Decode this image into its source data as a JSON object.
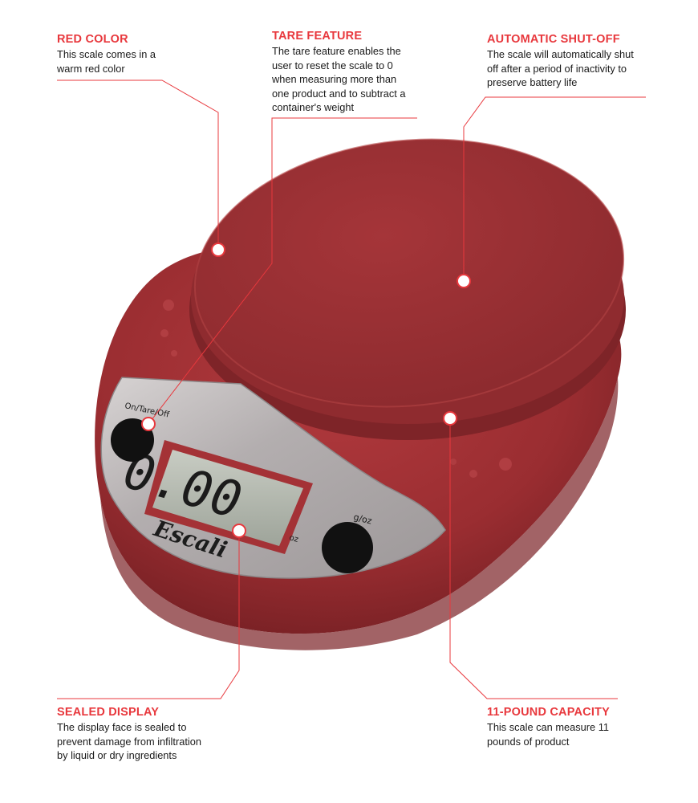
{
  "callouts": {
    "red_color": {
      "title": "RED COLOR",
      "lines": [
        "This scale comes in a",
        "warm red color"
      ]
    },
    "tare_feature": {
      "title": "TARE FEATURE",
      "lines": [
        "The tare feature enables the",
        "user to reset the scale to 0",
        "when measuring more than",
        "one product and to subtract a",
        "container's weight"
      ]
    },
    "auto_shutoff": {
      "title": "AUTOMATIC SHUT-OFF",
      "lines": [
        "The scale will automatically shut",
        "off after a period of inactivity to",
        "preserve battery life"
      ]
    },
    "sealed_display": {
      "title": "SEALED DISPLAY",
      "lines": [
        "The display face is sealed to",
        "prevent damage from infiltration",
        "by liquid or dry ingredients"
      ]
    },
    "capacity": {
      "title": "11-POUND CAPACITY",
      "lines": [
        "This scale can measure 11",
        "pounds of product"
      ]
    }
  },
  "scale": {
    "brand": "Escali",
    "button_left_label": "On/Tare/Off",
    "button_right_label": "g/oz",
    "display_reading": "0.00",
    "display_unit": "oz"
  },
  "colors": {
    "accent": "#e8383d",
    "scale_red": "#9b2f33",
    "leader_line": "#e8383d"
  }
}
